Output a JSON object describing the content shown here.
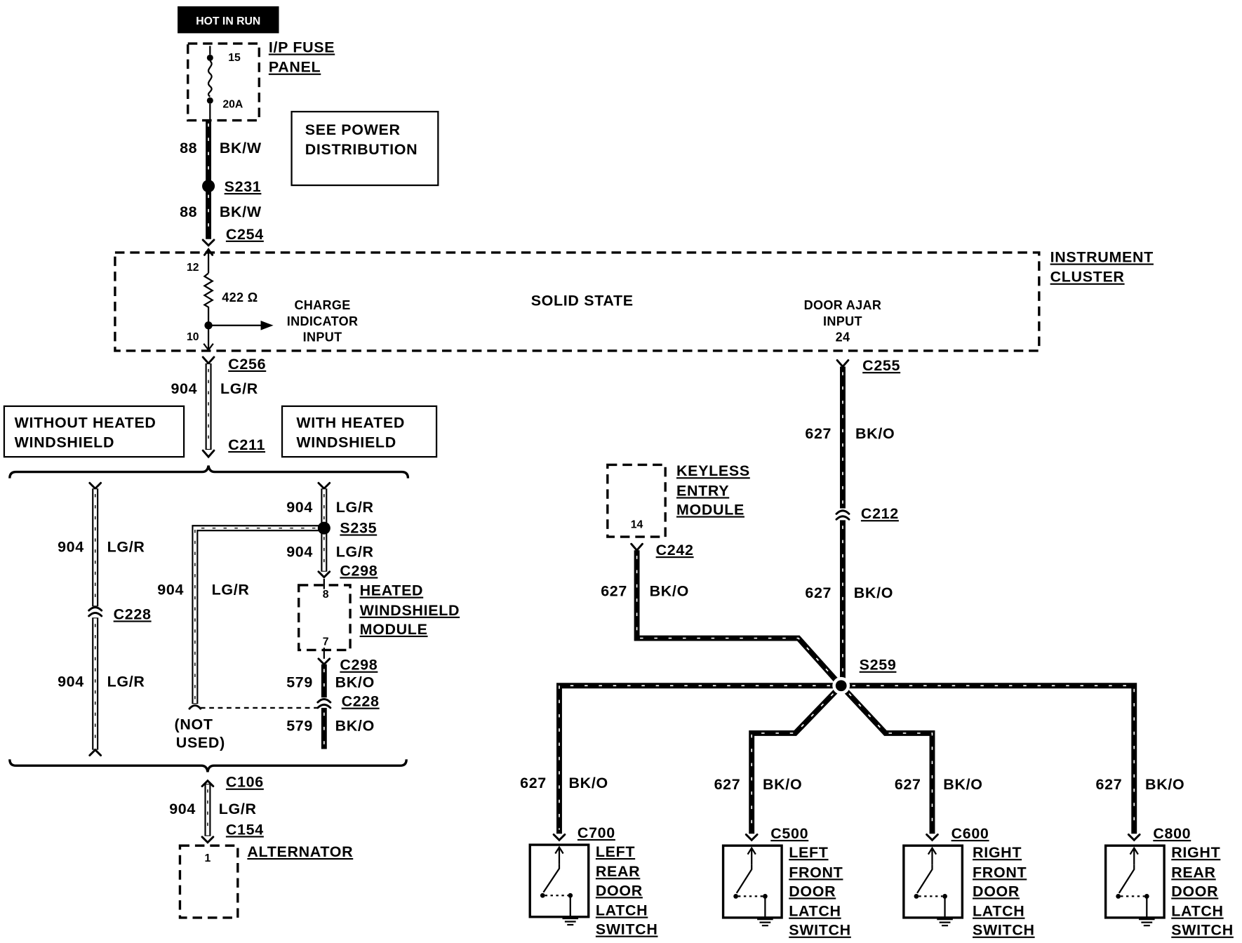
{
  "power_source": "HOT IN RUN",
  "fuse_panel": {
    "name_lines": [
      "I/P FUSE",
      "PANEL"
    ],
    "fuse_number": "15",
    "fuse_rating": "20A"
  },
  "note": {
    "lines": [
      "SEE POWER",
      "DISTRIBUTION"
    ]
  },
  "instrument_cluster": {
    "name_lines": [
      "INSTRUMENT",
      "CLUSTER"
    ],
    "internal_label": "SOLID STATE",
    "pin_in": "12",
    "pin_out": "10",
    "resistor_value": "422 Ω",
    "charge_input_lines": [
      "CHARGE",
      "INDICATOR",
      "INPUT"
    ],
    "door_ajar_input_lines": [
      "DOOR AJAR",
      "INPUT",
      "24"
    ]
  },
  "options": {
    "without_heated_windshield": [
      "WITHOUT HEATED",
      "WINDSHIELD"
    ],
    "with_heated_windshield": [
      "WITH HEATED",
      "WINDSHIELD"
    ]
  },
  "heated_windshield_module": {
    "name_lines": [
      "HEATED",
      "WINDSHIELD",
      "MODULE"
    ],
    "pin_top": "8",
    "pin_bottom": "7"
  },
  "not_used": [
    "(NOT",
    "USED)"
  ],
  "alternator": {
    "name": "ALTERNATOR",
    "pin": "1"
  },
  "keyless_entry_module": {
    "name_lines": [
      "KEYLESS",
      "ENTRY",
      "MODULE"
    ],
    "pin": "14"
  },
  "splices": {
    "s231": "S231",
    "s235": "S235",
    "s259": "S259"
  },
  "connectors": {
    "c254": "C254",
    "c256": "C256",
    "c211": "C211",
    "c228_a": "C228",
    "c298_a": "C298",
    "c298_b": "C298",
    "c228_b": "C228",
    "c106": "C106",
    "c154": "C154",
    "c255": "C255",
    "c212": "C212",
    "c242": "C242",
    "c700": "C700",
    "c500": "C500",
    "c600": "C600",
    "c800": "C800"
  },
  "wires": [
    {
      "circuit": "88",
      "color": "BK/W"
    },
    {
      "circuit": "88",
      "color": "BK/W"
    },
    {
      "circuit": "904",
      "color": "LG/R"
    },
    {
      "circuit": "904",
      "color": "LG/R"
    },
    {
      "circuit": "904",
      "color": "LG/R"
    },
    {
      "circuit": "904",
      "color": "LG/R"
    },
    {
      "circuit": "904",
      "color": "LG/R"
    },
    {
      "circuit": "904",
      "color": "LG/R"
    },
    {
      "circuit": "579",
      "color": "BK/O"
    },
    {
      "circuit": "579",
      "color": "BK/O"
    },
    {
      "circuit": "904",
      "color": "LG/R"
    },
    {
      "circuit": "627",
      "color": "BK/O"
    },
    {
      "circuit": "627",
      "color": "BK/O"
    },
    {
      "circuit": "627",
      "color": "BK/O"
    },
    {
      "circuit": "627",
      "color": "BK/O"
    },
    {
      "circuit": "627",
      "color": "BK/O"
    },
    {
      "circuit": "627",
      "color": "BK/O"
    },
    {
      "circuit": "627",
      "color": "BK/O"
    }
  ],
  "door_latch_switches": [
    {
      "name_lines": [
        "LEFT",
        "REAR",
        "DOOR",
        "LATCH",
        "SWITCH"
      ]
    },
    {
      "name_lines": [
        "LEFT",
        "FRONT",
        "DOOR",
        "LATCH",
        "SWITCH"
      ]
    },
    {
      "name_lines": [
        "RIGHT",
        "FRONT",
        "DOOR",
        "LATCH",
        "SWITCH"
      ]
    },
    {
      "name_lines": [
        "RIGHT",
        "REAR",
        "DOOR",
        "LATCH",
        "SWITCH"
      ]
    }
  ]
}
